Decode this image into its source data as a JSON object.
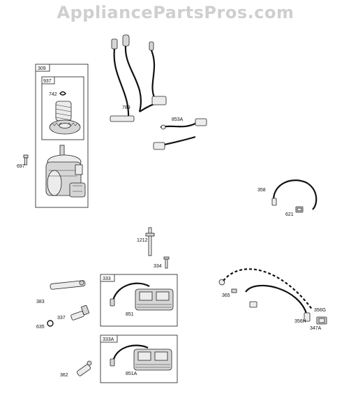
{
  "watermark": "AppliancePartsPros.com",
  "boxes": {
    "starter_group": "309",
    "drive_group": "937",
    "ignition_group": "333",
    "ignition_group_alt": "333A"
  },
  "labels": {
    "p742": "742",
    "p697": "697",
    "p789": "789",
    "p853A": "853A",
    "p358": "358",
    "p621": "621",
    "p1212": "1212",
    "p334": "334",
    "p383": "383",
    "p337": "337",
    "p635": "635",
    "p851": "851",
    "p365": "365",
    "p356G": "356G",
    "p356H": "356H",
    "p347A": "347A",
    "p362": "362",
    "p851A": "851A"
  }
}
